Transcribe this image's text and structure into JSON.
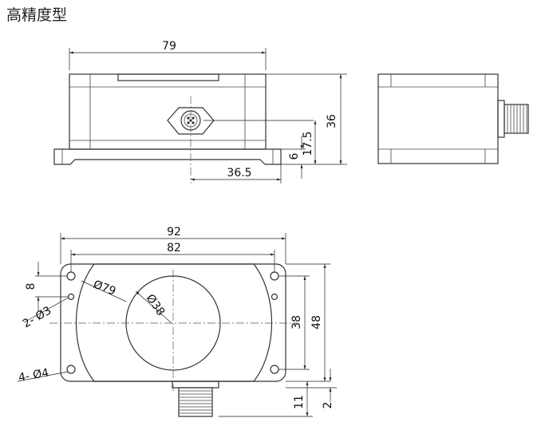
{
  "title": "高精度型",
  "dims": {
    "front_width": "79",
    "front_height": "36",
    "connector_height": "17.5",
    "base_height": "6",
    "connector_offset": "36.5",
    "top_width_outer": "92",
    "top_width_holes": "82",
    "hole_offset": "8",
    "circle_dia": "Ø79",
    "window_dia": "Ø38",
    "small_holes": "2- Ø3",
    "mount_holes": "4- Ø4",
    "hole_spacing": "38",
    "top_height": "48",
    "connector_len": "11",
    "edge_gap": "2"
  },
  "colors": {
    "line": "#333333",
    "background": "#ffffff"
  }
}
